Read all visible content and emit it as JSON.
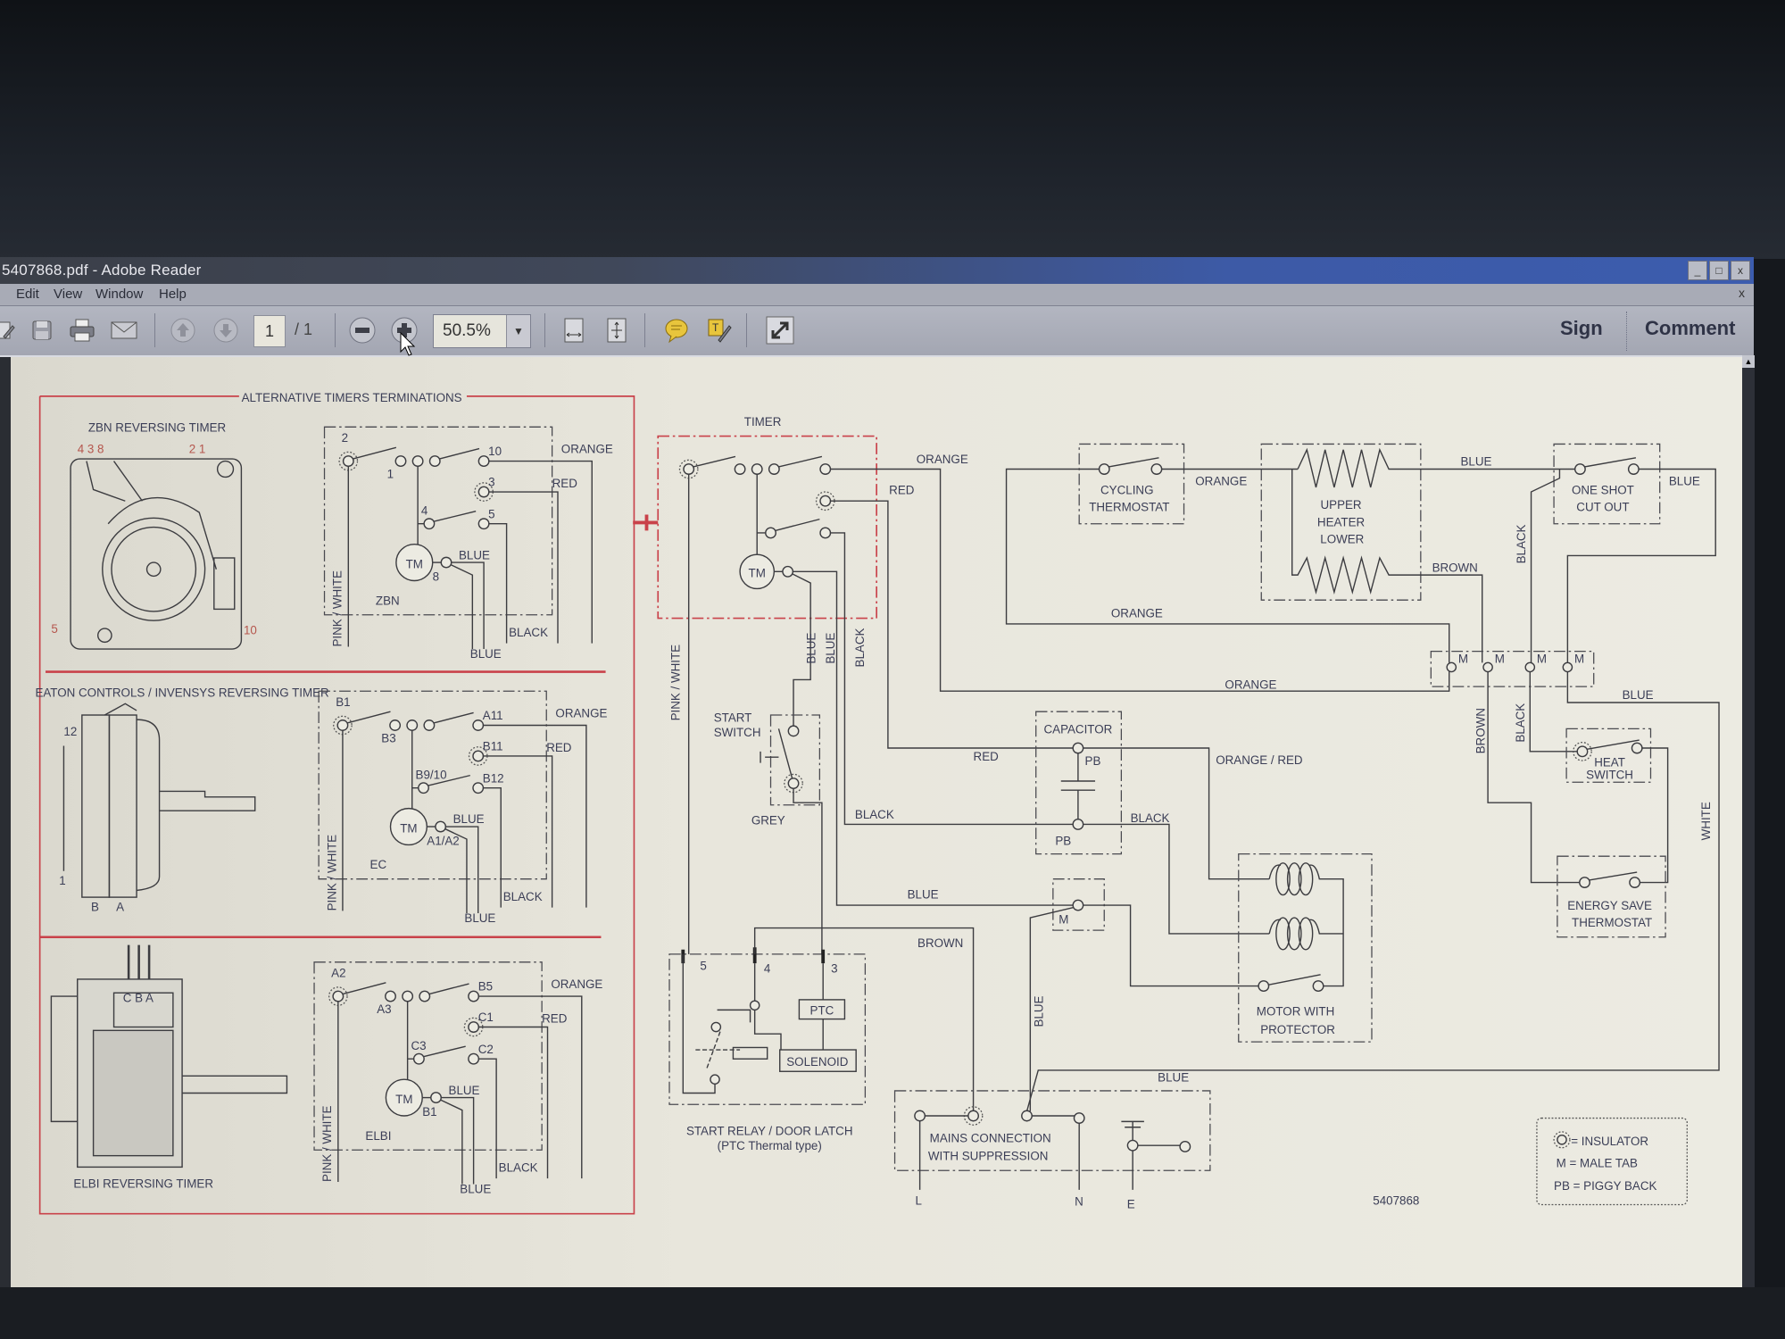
{
  "window": {
    "title": "5407868.pdf - Adobe Reader",
    "buttons": [
      "_",
      "□",
      "x"
    ]
  },
  "menu": {
    "items": [
      "Edit",
      "View",
      "Window",
      "Help"
    ],
    "close": "x"
  },
  "toolbar": {
    "page_current": "1",
    "page_total": "/ 1",
    "zoom": "50.5%",
    "sign": "Sign",
    "comment": "Comment",
    "icons": [
      "create-icon",
      "save-icon",
      "print-icon",
      "email-icon",
      "previous-page-icon",
      "next-page-icon",
      "zoom-out-icon",
      "zoom-in-icon",
      "fit-width-icon",
      "fit-page-icon",
      "comment-bubble-icon",
      "highlight-text-icon",
      "full-screen-icon"
    ]
  },
  "alt_panel": {
    "title": "ALTERNATIVE TIMERS TERMINATIONS",
    "zbn": {
      "name": "ZBN REVERSING TIMER",
      "pin_numbers_left": "4  3 8",
      "pin_numbers_right": "2 1",
      "pin_bottom_left": "5",
      "pin_bottom_right": "10",
      "schematic": {
        "t_a": "2",
        "t_b": "1",
        "t_c": "10",
        "t_d": "3",
        "t_e": "4",
        "t_f": "5",
        "t_tm": "8",
        "inner_blue": "BLUE",
        "model": "ZBN",
        "motor": "TM",
        "orange": "ORANGE",
        "red": "RED",
        "black": "BLACK",
        "blue": "BLUE",
        "pink": "PINK / WHITE"
      }
    },
    "eaton": {
      "name": "EATON CONTROLS / INVENSYS REVERSING TIMER",
      "row_top": "12",
      "row_bottom": "1",
      "col_b": "B",
      "col_a": "A",
      "schematic": {
        "t_a": "B1",
        "t_b": "B3",
        "t_c": "A11",
        "t_d": "B11",
        "t_e": "B9/10",
        "t_f": "B12",
        "t_tm": "A1/A2",
        "inner_blue": "BLUE",
        "model": "EC",
        "motor": "TM",
        "orange": "ORANGE",
        "red": "RED",
        "black": "BLACK",
        "blue": "BLUE",
        "pink": "PINK / WHITE"
      }
    },
    "elbi": {
      "name": "ELBI REVERSING TIMER",
      "tabs": "C B A",
      "schematic": {
        "t_a": "A2",
        "t_b": "A3",
        "t_c": "B5",
        "t_d": "C1",
        "t_e": "C3",
        "t_f": "C2",
        "t_tm": "B1",
        "inner_blue": "BLUE",
        "model": "ELBI",
        "motor": "TM",
        "orange": "ORANGE",
        "red": "RED",
        "black": "BLACK",
        "blue": "BLUE",
        "pink": "PINK / WHITE"
      }
    }
  },
  "main": {
    "timer": {
      "label": "TIMER",
      "motor": "TM"
    },
    "wires": {
      "orange_1": "ORANGE",
      "red_1": "RED",
      "blue_v1": "BLUE",
      "blue_v2": "BLUE",
      "black_v": "BLACK",
      "pink_white": "PINK / WHITE",
      "grey": "GREY",
      "red_2": "RED",
      "black_2": "BLACK",
      "black_3": "BLACK",
      "orange_red": "ORANGE / RED",
      "blue_motor": "BLUE",
      "brown_relay": "BROWN",
      "blue_mains_v": "BLUE",
      "blue_bottom": "BLUE",
      "orange_therm": "ORANGE",
      "orange_loop": "ORANGE",
      "orange_long": "ORANGE",
      "blue_heater": "BLUE",
      "brown_heater": "BROWN",
      "blue_oneshot": "BLUE",
      "black_oneshot": "BLACK",
      "brown_v": "BROWN",
      "black_v2": "BLACK",
      "blue_right": "BLUE",
      "white": "WHITE"
    },
    "start_switch": {
      "line1": "START",
      "line2": "SWITCH"
    },
    "capacitor": {
      "label": "CAPACITOR",
      "pb_top": "PB",
      "pb_bottom": "PB"
    },
    "cycling_thermostat": {
      "line1": "CYCLING",
      "line2": "THERMOSTAT"
    },
    "heater": {
      "line1": "UPPER",
      "line2": "HEATER",
      "line3": "LOWER"
    },
    "one_shot": {
      "line1": "ONE SHOT",
      "line2": "CUT OUT"
    },
    "male_tabs": {
      "label": "M"
    },
    "heat_switch": {
      "line1": "HEAT",
      "line2": "SWITCH"
    },
    "energy_save": {
      "line1": "ENERGY SAVE",
      "line2": "THERMOSTAT"
    },
    "motor_tab": {
      "label": "M"
    },
    "motor": {
      "line1": "MOTOR WITH",
      "line2": "PROTECTOR"
    },
    "relay": {
      "t5": "5",
      "t4": "4",
      "t3": "3",
      "ptc": "PTC",
      "solenoid": "SOLENOID",
      "caption1": "START RELAY / DOOR LATCH",
      "caption2": "(PTC Thermal type)"
    },
    "mains": {
      "line1": "MAINS CONNECTION",
      "line2": "WITH SUPPRESSION",
      "l": "L",
      "n": "N",
      "e": "E"
    },
    "doc_number": "5407868",
    "legend": {
      "insulator": "= INSULATOR",
      "male_tab": "M  = MALE TAB",
      "piggy_back": "PB =  PIGGY BACK"
    }
  }
}
